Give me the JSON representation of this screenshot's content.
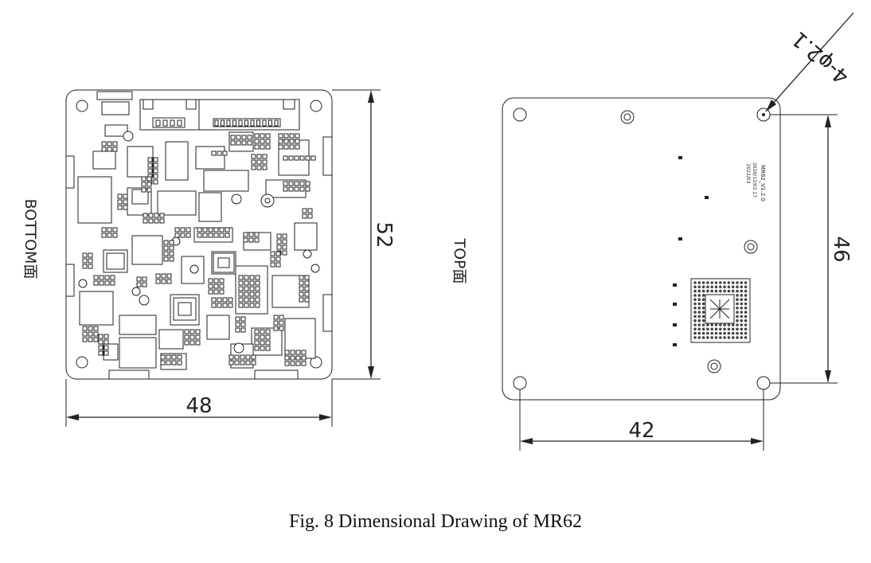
{
  "bottom_view": {
    "label": "BOTTOM面",
    "width_dim": "48",
    "height_dim": "52"
  },
  "top_view": {
    "label": "TOP面",
    "width_dim": "42",
    "height_dim": "46",
    "hole_callout": "4-φ2.1",
    "silkscreen": [
      "MR62_V1.2.0",
      "2020/12/02 17",
      "2022/03"
    ]
  },
  "caption": "Fig. 8 Dimensional Drawing of MR62"
}
